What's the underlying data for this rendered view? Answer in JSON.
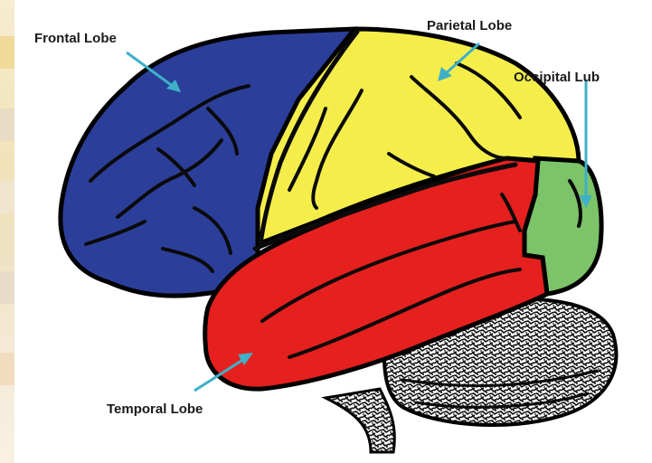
{
  "labels": {
    "frontal": "Frontal Lobe",
    "parietal": "Parietal Lobe",
    "occipital": "Occipital Lub",
    "temporal": "Temporal Lobe"
  },
  "colors": {
    "frontal": "#2b3f9a",
    "parietal": "#f5ee4a",
    "occipital": "#7cc36a",
    "temporal": "#e6201e",
    "cerebellum": "#1a1a1a",
    "arrow": "#3fb0c8",
    "outline": "#000000"
  }
}
